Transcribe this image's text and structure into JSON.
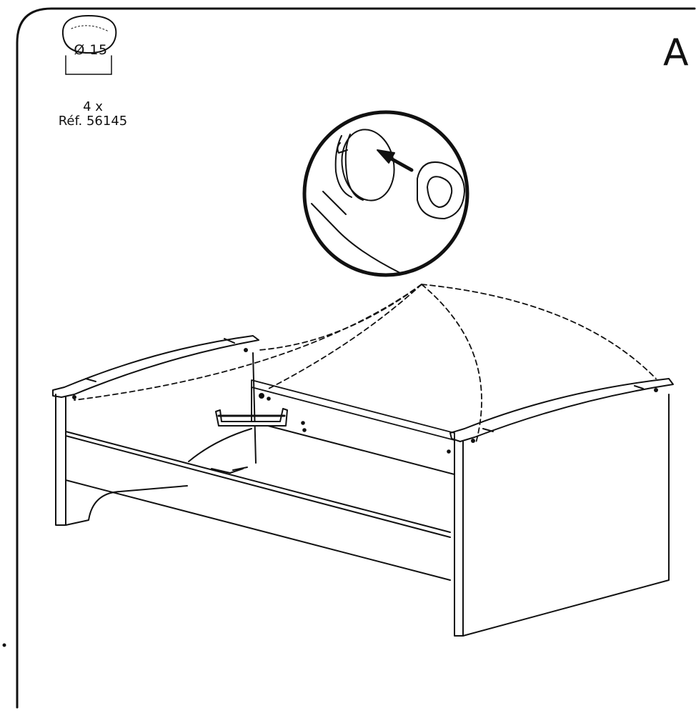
{
  "part": {
    "diameter_label": "Ø 15",
    "quantity": "4 x",
    "reference": "Réf. 56145"
  },
  "step_label": "A",
  "icons": [
    "cap-icon",
    "zoom-detail-icon",
    "arrow-icon",
    "bed-frame-icon"
  ]
}
